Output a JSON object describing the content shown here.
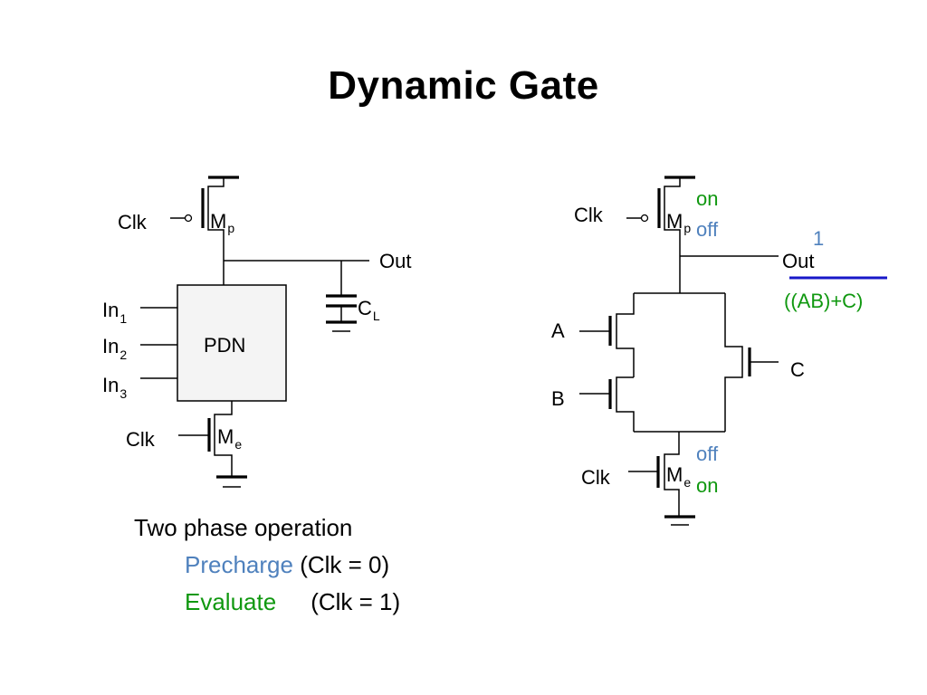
{
  "slide": {
    "title": "Dynamic Gate"
  },
  "colors": {
    "precharge": "#4f81bd",
    "evaluate": "#109810",
    "out_bar": "#1818c8",
    "pdn_fill": "#f4f4f4"
  },
  "left_circuit": {
    "clk_top": "Clk",
    "pmos_name": "M",
    "pmos_sub": "p",
    "out": "Out",
    "cap_name": "C",
    "cap_sub": "L",
    "inputs": [
      {
        "name": "In",
        "sub": "1"
      },
      {
        "name": "In",
        "sub": "2"
      },
      {
        "name": "In",
        "sub": "3"
      }
    ],
    "block_label": "PDN",
    "clk_bottom": "Clk",
    "nmos_name": "M",
    "nmos_sub": "e"
  },
  "right_circuit": {
    "clk_top": "Clk",
    "pmos_name": "M",
    "pmos_sub": "p",
    "pmos_state_on": "on",
    "pmos_state_off": "off",
    "precharge_value": "1",
    "out": "Out",
    "logic_expr": "((AB)+C)",
    "input_a": "A",
    "input_b": "B",
    "input_c": "C",
    "clk_bottom": "Clk",
    "nmos_name": "M",
    "nmos_sub": "e",
    "nmos_state_off": "off",
    "nmos_state_on": "on"
  },
  "notes": {
    "heading": "Two phase operation",
    "precharge_label": "Precharge",
    "precharge_cond": "(Clk = 0)",
    "evaluate_label": "Evaluate",
    "evaluate_cond": "(Clk = 1)"
  }
}
